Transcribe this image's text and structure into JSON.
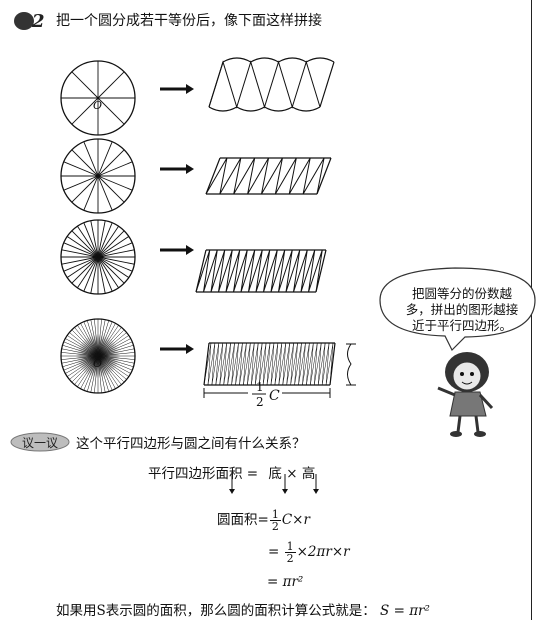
{
  "heading": "把一个圆分成若干等份后，像下面这样拼接",
  "badge_number": "2",
  "circle_center_label": "O",
  "rows": [
    {
      "sectors": 8
    },
    {
      "sectors": 16
    },
    {
      "sectors": 32
    },
    {
      "sectors": 64
    }
  ],
  "base_label": {
    "frac_num": "1",
    "frac_den": "2",
    "var": "C"
  },
  "speech_bubble": [
    "把圆等分的份数越",
    "多，拼出的图形越接",
    "近于平行四边形。"
  ],
  "discuss_badge": "议一议",
  "discuss_question": "这个平行四边形与圆之间有什么关系？",
  "formula": {
    "line1_left": "平行四边形面积",
    "line1_eq": "=",
    "line1_base": "底",
    "line1_times": "×",
    "line1_height": "高",
    "line2_left": "圆面积=",
    "line2_frac_num": "1",
    "line2_frac_den": "2",
    "line2_rest": "C×r",
    "line3_eq": "=",
    "line3_frac_num": "1",
    "line3_frac_den": "2",
    "line3_rest": "×2πr×r",
    "line4": "= πr²"
  },
  "conclusion_text": "如果用S表示圆的面积，那么圆的面积计算公式就是：",
  "conclusion_formula": "S = πr²"
}
